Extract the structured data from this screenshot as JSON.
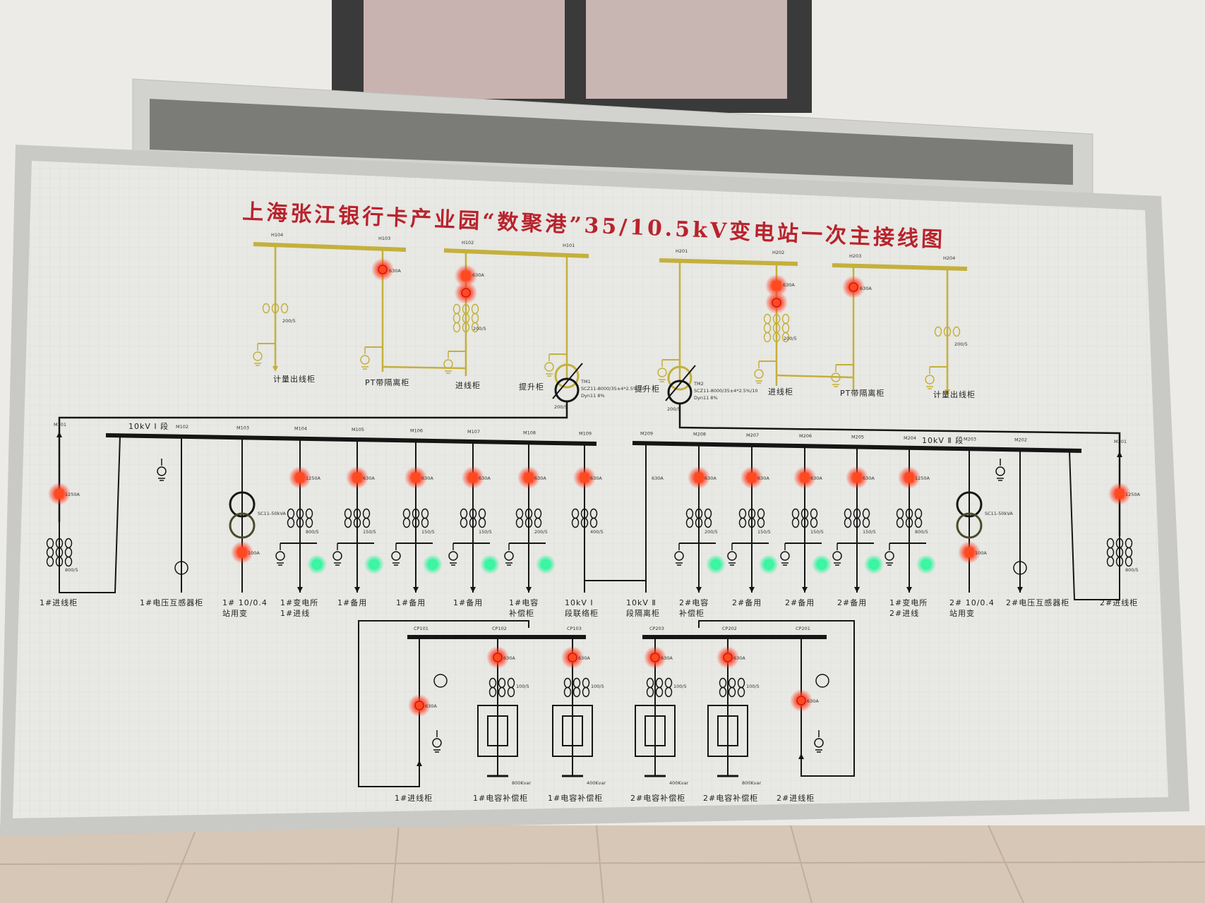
{
  "title": "上海张江银行卡产业园“数聚港”35/10.5kV变电站一次主接线图",
  "colors": {
    "hv_line": "#c4b03c",
    "lv_line": "#151515",
    "title": "#b8232c",
    "light_on_red": "#ff3b1f",
    "light_on_green": "#2cf59a",
    "board": "#e8e8e4"
  },
  "hv": {
    "feeders": [
      {
        "id": "H104",
        "label": "计量出线柜",
        "ct": "200/5"
      },
      {
        "id": "H103",
        "label": "PT带隔离柜",
        "rating": "630A"
      },
      {
        "id": "H102",
        "label": "进线柜",
        "rating": "630A",
        "ct": "200/5"
      },
      {
        "id": "H101",
        "label": "提升柜"
      },
      {
        "id": "H201",
        "label": "提升柜"
      },
      {
        "id": "H202",
        "label": "进线柜",
        "rating": "630A",
        "ct": "200/5"
      },
      {
        "id": "H203",
        "label": "PT带隔离柜",
        "rating": "630A"
      },
      {
        "id": "H204",
        "label": "计量出线柜",
        "ct": "200/5"
      }
    ],
    "tm1": {
      "name": "TM1",
      "model": "SCZ11-8000/35±4*2.5%/10",
      "group": "Dyn11 8%",
      "ct": "200/5"
    },
    "tm2": {
      "name": "TM2",
      "model": "SCZ11-8000/35±4*2.5%/10",
      "group": "Dyn11 8%",
      "ct": "200/5"
    }
  },
  "bus1": {
    "name": "10kV Ⅰ 段",
    "feeders": [
      {
        "id": "M101",
        "rating": "1250A",
        "ct": "800/5",
        "label": [
          "1#进线柜"
        ],
        "light": "red"
      },
      {
        "id": "M102",
        "label": [
          "1#电压互感器柜"
        ]
      },
      {
        "id": "M103",
        "rating": "100A",
        "tx": "SC11-50kVA",
        "label": [
          "1# 10/0.4",
          "站用变"
        ],
        "light": "red"
      },
      {
        "id": "M104",
        "rating": "1250A",
        "ct": "800/5",
        "label": [
          "1#变电所",
          "1#进线"
        ],
        "light": "red",
        "green": true
      },
      {
        "id": "M105",
        "rating": "630A",
        "ct": "150/5",
        "label": [
          "1#备用"
        ],
        "light": "red",
        "green": true
      },
      {
        "id": "M106",
        "rating": "630A",
        "ct": "150/5",
        "label": [
          "1#备用"
        ],
        "light": "red",
        "green": true
      },
      {
        "id": "M107",
        "rating": "630A",
        "ct": "150/5",
        "label": [
          "1#备用"
        ],
        "light": "red",
        "green": true
      },
      {
        "id": "M108",
        "rating": "630A",
        "ct": "200/5",
        "label": [
          "1#电容",
          "补偿柜"
        ],
        "light": "red",
        "green": true
      },
      {
        "id": "M109",
        "rating": "630A",
        "ct": "400/5",
        "label": [
          "10kV Ⅰ",
          "段联络柜"
        ],
        "light": "red"
      }
    ]
  },
  "bus2": {
    "name": "10kV Ⅱ 段",
    "feeders": [
      {
        "id": "M209",
        "rating": "630A",
        "label": [
          "10kV Ⅱ",
          "段隔离柜"
        ]
      },
      {
        "id": "M208",
        "rating": "630A",
        "ct": "200/5",
        "label": [
          "2#电容",
          "补偿柜"
        ],
        "light": "red",
        "green": true
      },
      {
        "id": "M207",
        "rating": "630A",
        "ct": "150/5",
        "label": [
          "2#备用"
        ],
        "light": "red",
        "green": true
      },
      {
        "id": "M206",
        "rating": "630A",
        "ct": "150/5",
        "label": [
          "2#备用"
        ],
        "light": "red",
        "green": true
      },
      {
        "id": "M205",
        "rating": "630A",
        "ct": "150/5",
        "label": [
          "2#备用"
        ],
        "light": "red",
        "green": true
      },
      {
        "id": "M204",
        "rating": "1250A",
        "ct": "800/5",
        "label": [
          "1#变电所",
          "2#进线"
        ],
        "light": "red",
        "green": true
      },
      {
        "id": "M203",
        "rating": "100A",
        "tx": "SC11-50kVA",
        "label": [
          "2# 10/0.4",
          "站用变"
        ],
        "light": "red"
      },
      {
        "id": "M202",
        "label": [
          "2#电压互感器柜"
        ]
      },
      {
        "id": "M201",
        "rating": "1250A",
        "ct": "800/5",
        "label": [
          "2#进线柜"
        ],
        "light": "red"
      }
    ]
  },
  "lv": {
    "feeders": [
      {
        "id": "CP101",
        "rating": "630A",
        "label": "1#进线柜"
      },
      {
        "id": "CP102",
        "rating": "630A",
        "ct": "100/5",
        "cap": "800Kvar",
        "label": "1#电容补偿柜"
      },
      {
        "id": "CP103",
        "rating": "630A",
        "ct": "100/5",
        "cap": "400Kvar",
        "label": "1#电容补偿柜"
      },
      {
        "id": "CP203",
        "rating": "630A",
        "ct": "100/5",
        "cap": "400Kvar",
        "label": "2#电容补偿柜"
      },
      {
        "id": "CP202",
        "rating": "630A",
        "ct": "100/5",
        "cap": "800Kvar",
        "label": "2#电容补偿柜"
      },
      {
        "id": "CP201",
        "rating": "630A",
        "label": "2#进线柜"
      }
    ]
  }
}
